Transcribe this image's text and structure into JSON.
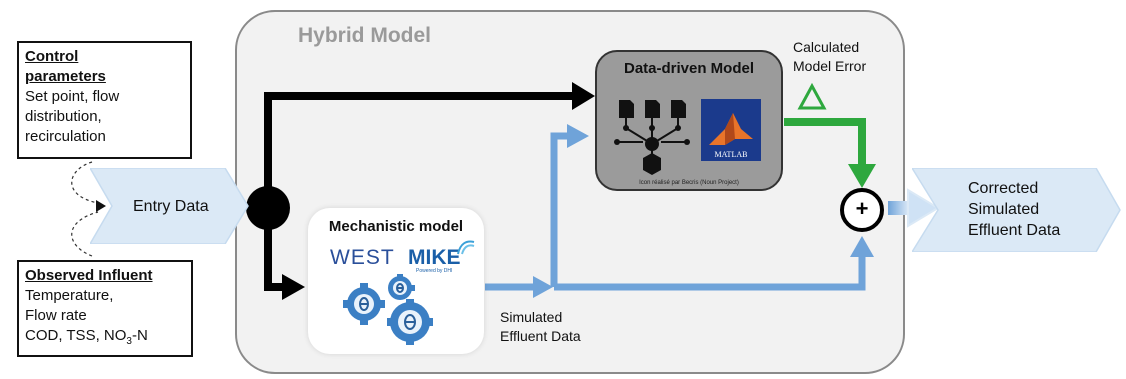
{
  "hybrid_title": "Hybrid Model",
  "control": {
    "heading": "Control parameters",
    "line1": "Set point, flow",
    "line2": "distribution,",
    "line3": "recirculation"
  },
  "observed": {
    "heading": "Observed Influent",
    "line1": "Temperature,",
    "line2": "Flow rate",
    "line3": "COD, TSS, NO",
    "line3_sub": "3",
    "line3_end": "-N"
  },
  "entry_label": "Entry Data",
  "data_driven": {
    "title": "Data-driven Model",
    "credit": "Icon réalisé par Becris (Noun Project)",
    "matlab_label": "MATLAB"
  },
  "mechanistic": {
    "title": "Mechanistic model",
    "west": "WEST",
    "mike": "MIKE",
    "powered": "Powered by DHI"
  },
  "model_error": {
    "line1": "Calculated",
    "line2": "Model Error"
  },
  "simulated": {
    "line1": "Simulated",
    "line2": "Effluent Data"
  },
  "corrected": {
    "line1": "Corrected",
    "line2": "Simulated",
    "line3": "Effluent Data"
  },
  "plus_symbol": "+",
  "colors": {
    "blue": "#6fa3d9",
    "green": "#2ea83e",
    "chevron": "#dbe9f6",
    "panel": "#f2f2f2",
    "dark_grey": "#9b9b9b"
  }
}
